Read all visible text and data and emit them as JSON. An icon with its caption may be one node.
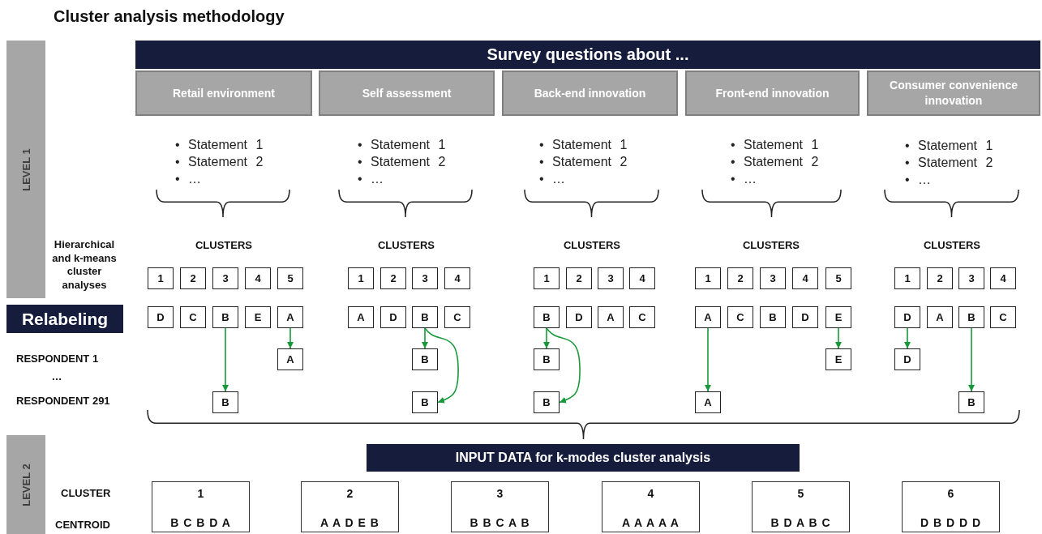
{
  "diagram": {
    "title": "Cluster analysis methodology",
    "nodes": [
      {
        "text": [
          "LEVEL 1"
        ]
      },
      {
        "text": [
          "Survey questions about ..."
        ]
      },
      {
        "text": [
          "Retail environment"
        ]
      },
      {
        "text": [
          "Self assessment"
        ]
      },
      {
        "text": [
          "Back-end innovation"
        ]
      },
      {
        "text": [
          "Front-end innovation"
        ]
      },
      {
        "text": [
          "Consumer convenience innovation"
        ]
      },
      {
        "text": [
          "1"
        ]
      },
      {
        "text": [
          "2"
        ]
      },
      {
        "text": [
          "3"
        ]
      },
      {
        "text": [
          "4"
        ]
      },
      {
        "text": [
          "5"
        ]
      },
      {
        "text": [
          "1"
        ]
      },
      {
        "text": [
          "2"
        ]
      },
      {
        "text": [
          "3"
        ]
      },
      {
        "text": [
          "4"
        ]
      },
      {
        "text": [
          "1"
        ]
      },
      {
        "text": [
          "2"
        ]
      },
      {
        "text": [
          "3"
        ]
      },
      {
        "text": [
          "4"
        ]
      },
      {
        "text": [
          "1"
        ]
      },
      {
        "text": [
          "2"
        ]
      },
      {
        "text": [
          "3"
        ]
      },
      {
        "text": [
          "4"
        ]
      },
      {
        "text": [
          "5"
        ]
      },
      {
        "text": [
          "1"
        ]
      },
      {
        "text": [
          "2"
        ]
      },
      {
        "text": [
          "3"
        ]
      },
      {
        "text": [
          "4"
        ]
      },
      {
        "text": [
          "Relabeling"
        ]
      },
      {
        "text": [
          "D"
        ]
      },
      {
        "text": [
          "C"
        ]
      },
      {
        "text": [
          "B"
        ]
      },
      {
        "text": [
          "E"
        ]
      },
      {
        "text": [
          "A"
        ]
      },
      {
        "text": [
          "A"
        ]
      },
      {
        "text": [
          "D"
        ]
      },
      {
        "text": [
          "B"
        ]
      },
      {
        "text": [
          "C"
        ]
      },
      {
        "text": [
          "B"
        ]
      },
      {
        "text": [
          "D"
        ]
      },
      {
        "text": [
          "A"
        ]
      },
      {
        "text": [
          "C"
        ]
      },
      {
        "text": [
          "A"
        ]
      },
      {
        "text": [
          "C"
        ]
      },
      {
        "text": [
          "B"
        ]
      },
      {
        "text": [
          "D"
        ]
      },
      {
        "text": [
          "E"
        ]
      },
      {
        "text": [
          "D"
        ]
      },
      {
        "text": [
          "A"
        ]
      },
      {
        "text": [
          "B"
        ]
      },
      {
        "text": [
          "C"
        ]
      },
      {
        "text": [
          "A"
        ]
      },
      {
        "text": [
          "B"
        ]
      },
      {
        "text": [
          "B"
        ]
      },
      {
        "text": [
          "E"
        ]
      },
      {
        "text": [
          "D"
        ]
      },
      {
        "text": [
          "B"
        ]
      },
      {
        "text": [
          "B"
        ]
      },
      {
        "text": [
          "B"
        ]
      },
      {
        "text": [
          "A"
        ]
      },
      {
        "text": [
          "B"
        ]
      },
      {
        "text": [
          "LEVEL 2"
        ]
      },
      {
        "text": [
          "INPUT DATA for k-modes cluster analysis"
        ]
      },
      {
        "text": [
          "1",
          "B C B D A"
        ]
      },
      {
        "text": [
          "2",
          "A A D E B"
        ]
      },
      {
        "text": [
          "3",
          "B B C A B"
        ]
      },
      {
        "text": [
          "4",
          "A A A A A"
        ]
      },
      {
        "text": [
          "5",
          "B D A B C"
        ]
      },
      {
        "text": [
          "6",
          "D B D D D"
        ]
      }
    ],
    "edges": [
      {
        "from": 32,
        "to": 57,
        "arrow": "to"
      },
      {
        "from": 34,
        "to": 52,
        "arrow": "to"
      },
      {
        "from": 37,
        "to": 53,
        "arrow": "to"
      },
      {
        "from": 37,
        "to": 58,
        "arrow": "to"
      },
      {
        "from": 39,
        "to": 54,
        "arrow": "to"
      },
      {
        "from": 39,
        "to": 59,
        "arrow": "to"
      },
      {
        "from": 43,
        "to": 60,
        "arrow": "to"
      },
      {
        "from": 47,
        "to": 55,
        "arrow": "to"
      },
      {
        "from": 48,
        "to": 56,
        "arrow": "to"
      },
      {
        "from": 50,
        "to": 61,
        "arrow": "to"
      }
    ],
    "labels": [
      "• Statement 1",
      "• Statement 2",
      "• …",
      "• Statement 1",
      "• Statement 2",
      "• …",
      "• Statement 1",
      "• Statement 2",
      "• …",
      "• Statement 1",
      "• Statement 2",
      "• …",
      "• Statement 1",
      "• Statement 2",
      "• …",
      "Hierarchical and k-means cluster analyses",
      "CLUSTERS",
      "CLUSTERS",
      "CLUSTERS",
      "CLUSTERS",
      "CLUSTERS",
      "RESPONDENT 1",
      "…",
      "RESPONDENT 291",
      "CLUSTER",
      "CENTROID"
    ]
  }
}
